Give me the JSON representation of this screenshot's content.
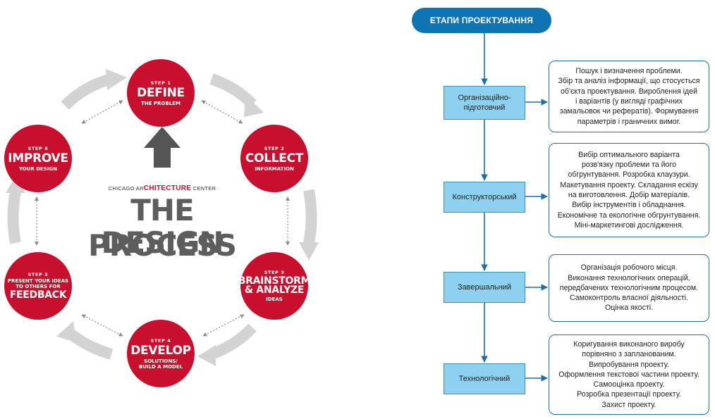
{
  "design_process": {
    "org_prefix": "CHICAGO AR",
    "org_highlight": "CHITECTURE",
    "org_suffix": "CENTER",
    "title_line1": "THE DESIGN",
    "title_line2": "PROCESS",
    "steps": [
      {
        "num": "STEP 1",
        "title": "DEFINE",
        "sub": "THE PROBLEM"
      },
      {
        "num": "STEP 2",
        "title": "COLLECT",
        "sub": "INFORMATION"
      },
      {
        "num": "STEP 3",
        "title_line1": "BRAINSTORM",
        "title_line2": "& ANALYZE",
        "sub": "IDEAS"
      },
      {
        "num": "STEP 4",
        "title": "DEVELOP",
        "sub_line1": "SOLUTIONS/",
        "sub_line2": "BUILD A MODEL"
      },
      {
        "num": "STEP 5",
        "pre_line1": "PRESENT YOUR IDEAS",
        "pre_line2": "TO OTHERS FOR",
        "title": "FEEDBACK"
      },
      {
        "num": "STEP 6",
        "title": "IMPROVE",
        "sub": "YOUR DESIGN"
      }
    ],
    "colors": {
      "step_red": "#c8102e",
      "arrow_gray": "#d3d3d3",
      "title_gray": "#5d5d5d"
    }
  },
  "flowchart": {
    "header": "ЕТАПИ ПРОЕКТУВАННЯ",
    "stages": [
      {
        "label_line1": "Організаційно-",
        "label_line2": "підготовчий",
        "desc_lines": [
          "Пошук і визначення проблеми.",
          "Збір та аналіз інформації, що стосується",
          "об'єкта проектування. Вироблення ідей",
          "і варіантів (у вигляді графічних",
          "замальовок чи рефератів). Формування",
          "параметрів і граничних вимог."
        ]
      },
      {
        "label_line1": "Конструкторський",
        "desc_lines": [
          "Вибір оптимального варіанта",
          "розв'язку проблеми та його",
          "обгрунтування. Розробка клаузури.",
          "Макетування проекту. Складання ескізу",
          "на виготовлення. Добір матеріалів.",
          "Вибір інструментів і обладнання.",
          "Економічне та екологічне обгрунтування.",
          "Міні-маркетингові дослідження."
        ]
      },
      {
        "label_line1": "Завершальний",
        "desc_lines": [
          "Організація робочого місця.",
          "Виконання технологічних операцій,",
          "передбачених технологічним процесом.",
          "Самоконтроль власної діяльності.",
          "Оцінка якості."
        ]
      },
      {
        "label_line1": "Технологічний",
        "desc_lines": [
          "Коригування виконаного виробу",
          "порівняно з запланованим.",
          "Випробування проекту.",
          "Оформлення текстової частини проекту.",
          "Самооцінка проекту.",
          "Розробка презентації проекту.",
          "Захист проекту."
        ]
      }
    ],
    "colors": {
      "header_blue": "#0f74b3",
      "stage_fill": "#8dd0ef",
      "border_blue": "#1d6fa6"
    }
  }
}
